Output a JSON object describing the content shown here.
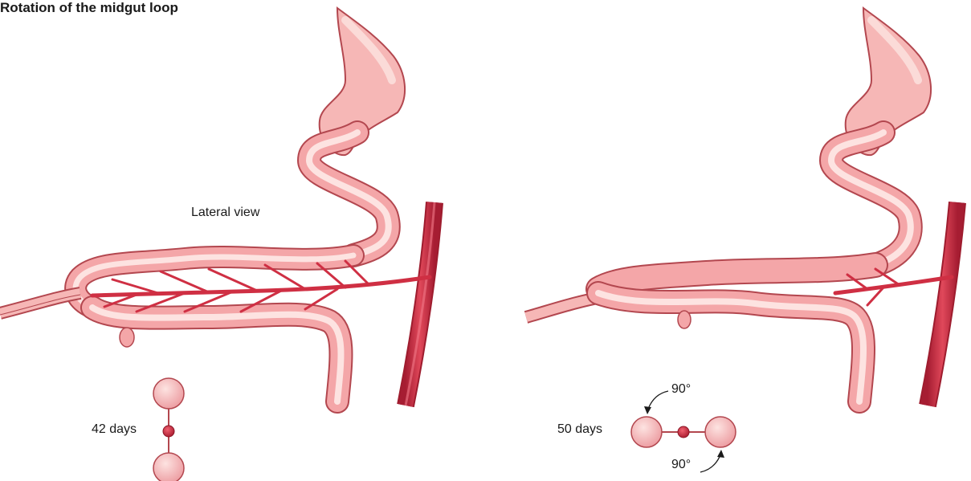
{
  "title": "Rotation of the midgut loop",
  "panels": [
    {
      "view_label": "Lateral view",
      "stage_label": "42 days"
    },
    {
      "stage_label": "50 days",
      "rotation_top": "90°",
      "rotation_bottom": "90°"
    }
  ],
  "colors": {
    "gut_fill": "#f4a6a8",
    "gut_light": "#fbd9d7",
    "gut_outline": "#b3474f",
    "artery_fill": "#cf2f43",
    "artery_dark": "#9e1c2e"
  }
}
